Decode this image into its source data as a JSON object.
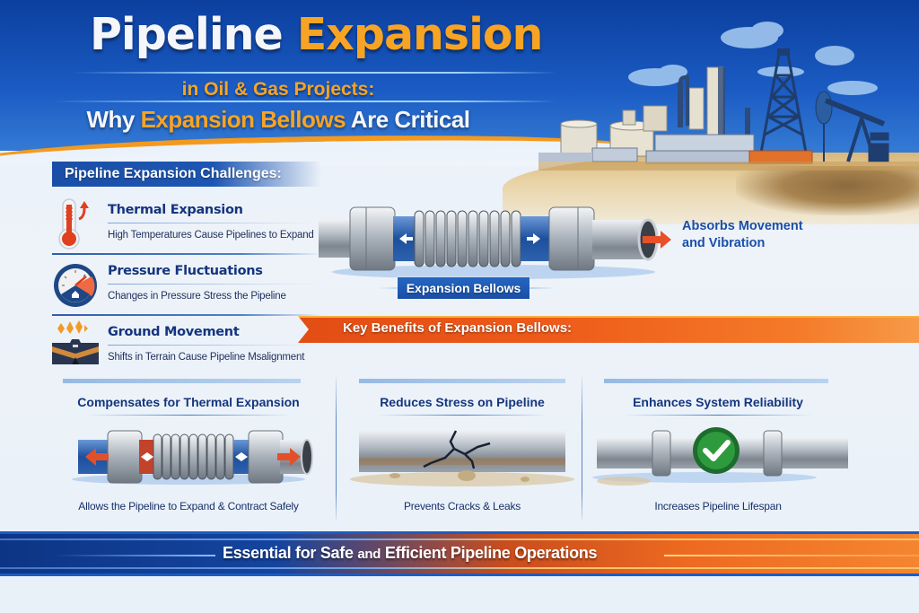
{
  "header": {
    "title_part1": "Pipeline",
    "title_part2": "Expansion",
    "subtitle_line1": "in Oil & Gas Projects:",
    "subtitle_line2_part1": "Why",
    "subtitle_line2_part2": "Expansion Bellows",
    "subtitle_line2_part3": "Are Critical"
  },
  "challenges": {
    "heading": "Pipeline Expansion Challenges:",
    "items": [
      {
        "icon": "thermometer-icon",
        "title": "Thermal Expansion",
        "description": "High Temperatures Cause Pipelines to Expand"
      },
      {
        "icon": "pressure-gauge-icon",
        "title": "Pressure Fluctuations",
        "description": "Changes in Pressure Stress the Pipeline"
      },
      {
        "icon": "ground-movement-icon",
        "title": "Ground Movement",
        "description": "Shifts in Terrain Cause Pipeline Msalignment"
      }
    ]
  },
  "main_illustration": {
    "label": "Expansion Bellows",
    "callout_line1": "Absorbs Movement",
    "callout_line2": "and Vibration"
  },
  "benefits": {
    "heading": "Key Benefits of Expansion Bellows:",
    "items": [
      {
        "title": "Compensates for Thermal Expansion",
        "caption": "Allows the Pipeline to Expand & Contract Safely",
        "illustration": "bellows-with-arrows"
      },
      {
        "title": "Reduces Stress on Pipeline",
        "caption": "Prevents Cracks & Leaks",
        "illustration": "cracked-pipe"
      },
      {
        "title": "Enhances System Reliability",
        "caption": "Increases Pipeline Lifespan",
        "illustration": "pipe-with-checkmark"
      }
    ]
  },
  "footer": {
    "part1": "Essential for Safe",
    "part2": "and",
    "part3": "Efficient Pipeline Operations"
  },
  "colors": {
    "primary_blue": "#1a4fa8",
    "accent_orange": "#f7a424",
    "ribbon_orange": "#ee5a1a",
    "navy_text": "#14357e",
    "check_green": "#2e9a3e"
  }
}
